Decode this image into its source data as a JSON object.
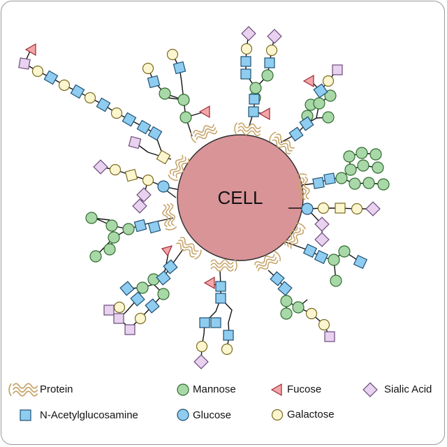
{
  "cell": {
    "label": "CELL",
    "fill": "#d99498",
    "stroke": "#2b2b2b"
  },
  "legend": [
    {
      "key": "protein",
      "label": "Protein",
      "color": "#c7a46a"
    },
    {
      "key": "mannose",
      "label": "Mannose",
      "color": "#a8d8a8"
    },
    {
      "key": "fucose",
      "label": "Fucose",
      "color": "#f2a6aa"
    },
    {
      "key": "sialic_acid",
      "label": "Sialic Acid",
      "color": "#e8d2ef"
    },
    {
      "key": "glcnac",
      "label": "N-Acetylglucosamine",
      "color": "#8fcdf0"
    },
    {
      "key": "glucose",
      "label": "Glucose",
      "color": "#8fcdf0"
    },
    {
      "key": "galactose",
      "label": "Galactose",
      "color": "#fbf6cf"
    }
  ]
}
